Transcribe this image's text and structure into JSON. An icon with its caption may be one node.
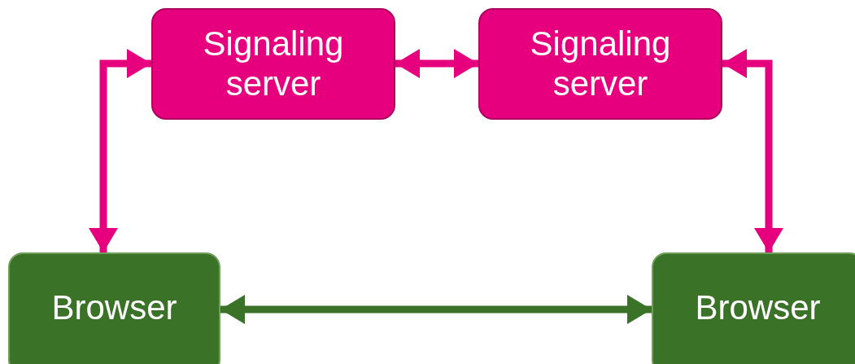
{
  "diagram": {
    "nodes": [
      {
        "text": [
          "Signaling server"
        ]
      },
      {
        "text": [
          "Signaling server"
        ]
      },
      {
        "text": [
          "Browser"
        ]
      },
      {
        "text": [
          "Browser"
        ]
      }
    ],
    "edges": [
      {
        "from": 0,
        "to": 1,
        "arrow": "both"
      },
      {
        "from": 0,
        "to": 2,
        "arrow": "both"
      },
      {
        "from": 1,
        "to": 3,
        "arrow": "both"
      },
      {
        "from": 2,
        "to": 3,
        "arrow": "both",
        "color": "#3a7228"
      }
    ]
  }
}
